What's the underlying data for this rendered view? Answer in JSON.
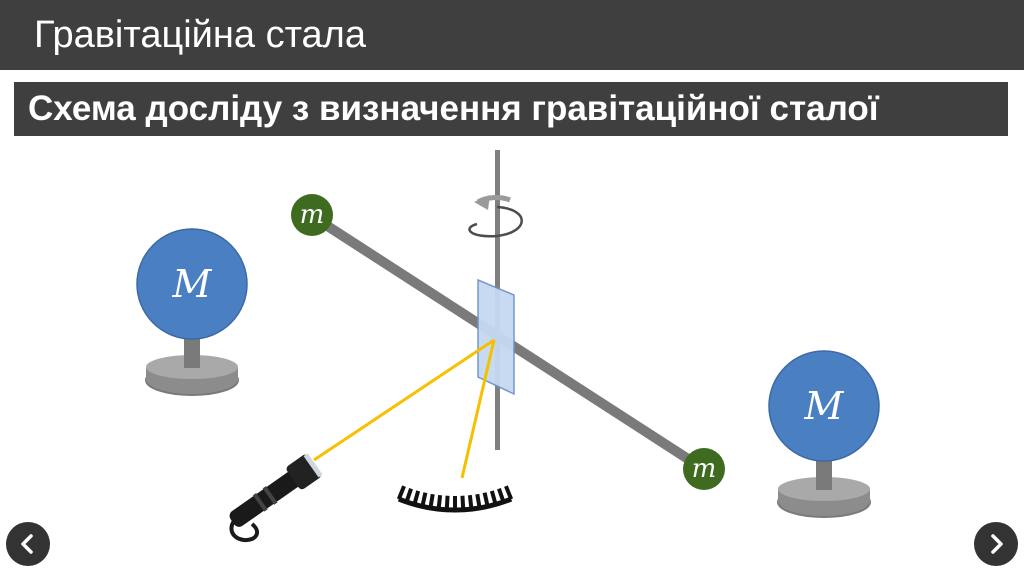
{
  "header": {
    "title": "Гравітаційна стала"
  },
  "subheader": {
    "text": "Схема досліду з визначення гравітаційної сталої"
  },
  "diagram": {
    "large_mass_label": "M",
    "small_mass_label": "m",
    "colors": {
      "large_sphere": "#4a7fc1",
      "small_sphere": "#3e6b1f",
      "rod": "#7a7a7a",
      "stand": "#8c8c8c",
      "mirror": "#c5d9f1",
      "light_beam": "#f5c000",
      "scale": "#111111"
    },
    "icons": [
      "flashlight-icon",
      "rotation-arrow-icon",
      "scale-arc-icon"
    ]
  },
  "navigation": {
    "prev_icon": "chevron-left-icon",
    "next_icon": "chevron-right-icon"
  }
}
